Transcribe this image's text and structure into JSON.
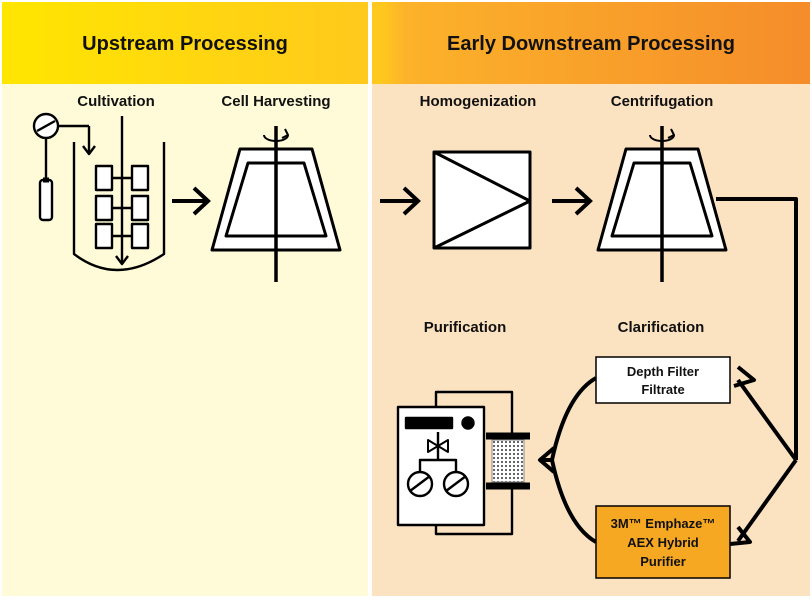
{
  "sections": {
    "upstream": {
      "title": "Upstream Processing",
      "color": "#FFFBD9"
    },
    "downstream": {
      "title": "Early Downstream Processing",
      "color": "#FBE3C2"
    }
  },
  "steps": {
    "cultivation": "Cultivation",
    "cell_harvesting": "Cell Harvesting",
    "homogenization": "Homogenization",
    "centrifugation": "Centrifugation",
    "purification": "Purification",
    "clarification": "Clarification"
  },
  "boxes": {
    "depth_filter": {
      "line1": "Depth Filter",
      "line2": "Filtrate"
    },
    "emphaze": {
      "line1": "3M™ Emphaze™",
      "line2": "AEX Hybrid",
      "line3": "Purifier",
      "color": "#F7A823"
    }
  },
  "colors": {
    "header_left": "#FFE600",
    "header_right": "#F8A12A",
    "stroke": "#000000"
  },
  "icons": [
    "bioreactor-icon",
    "centrifuge-icon",
    "homogenizer-icon",
    "chromatography-icon",
    "filter-column-icon"
  ]
}
